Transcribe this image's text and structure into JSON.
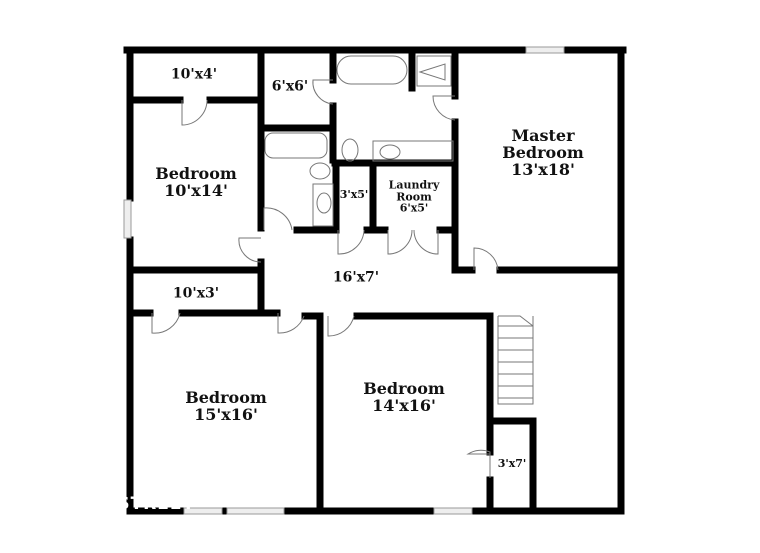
{
  "rooms": {
    "closet_top_left": "10'x4'",
    "closet_6x6": "6'x6'",
    "bedroom_1_name": "Bedroom",
    "bedroom_1_size": "10'x14'",
    "master_name_1": "Master",
    "master_name_2": "Bedroom",
    "master_size": "13'x18'",
    "closet_3x5": "3'x5'",
    "laundry_name_1": "Laundry",
    "laundry_name_2": "Room",
    "laundry_size": "6'x5'",
    "hall": "16'x7'",
    "closet_10x3": "10'x3'",
    "bedroom_2_name": "Bedroom",
    "bedroom_2_size": "15'x16'",
    "bedroom_3_name": "Bedroom",
    "bedroom_3_size": "14'x16'",
    "closet_3x7": "3'x7'"
  },
  "watermark": "ISTREET",
  "colors": {
    "wall": "#000000",
    "fixture": "#888888",
    "window": "#bbbbbb"
  }
}
